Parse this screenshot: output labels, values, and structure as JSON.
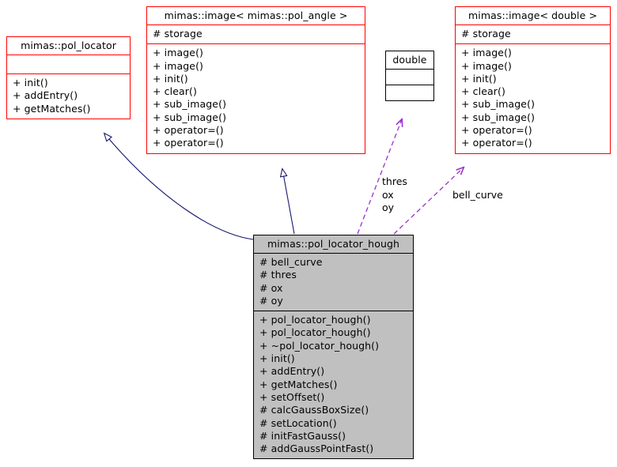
{
  "diagram": {
    "kind": "uml-collaboration-diagram",
    "colors": {
      "template_border": "#ff0000",
      "plain_border": "#000000",
      "highlight_fill": "#c0c0c0",
      "inheritance_edge": "#191970",
      "usage_edge": "#9a32cd",
      "background": "#ffffff"
    },
    "classes": [
      {
        "id": "pol_locator",
        "name": "mimas::pol_locator",
        "attributes": [],
        "operations": [
          "+ init()",
          "+ addEntry()",
          "+ getMatches()"
        ]
      },
      {
        "id": "image_pol_angle",
        "name": "mimas::image< mimas::pol_angle >",
        "attributes": [
          "# storage"
        ],
        "operations": [
          "+ image()",
          "+ image()",
          "+ init()",
          "+ clear()",
          "+ sub_image()",
          "+ sub_image()",
          "+ operator=()",
          "+ operator=()"
        ]
      },
      {
        "id": "double",
        "name": "double",
        "attributes": [],
        "operations": []
      },
      {
        "id": "image_double",
        "name": "mimas::image< double >",
        "attributes": [
          "# storage"
        ],
        "operations": [
          "+ image()",
          "+ image()",
          "+ init()",
          "+ clear()",
          "+ sub_image()",
          "+ sub_image()",
          "+ operator=()",
          "+ operator=()"
        ]
      },
      {
        "id": "pol_locator_hough",
        "name": "mimas::pol_locator_hough",
        "attributes": [
          "# bell_curve",
          "# thres",
          "# ox",
          "# oy"
        ],
        "operations": [
          "+ pol_locator_hough()",
          "+ pol_locator_hough()",
          "+ ~pol_locator_hough()",
          "+ init()",
          "+ addEntry()",
          "+ getMatches()",
          "+ setOffset()",
          "# calcGaussBoxSize()",
          "# setLocation()",
          "# initFastGauss()",
          "# addGaussPointFast()"
        ]
      }
    ],
    "edge_labels": {
      "double_usage": "thres\nox\noy",
      "image_double_usage": "bell_curve"
    }
  }
}
